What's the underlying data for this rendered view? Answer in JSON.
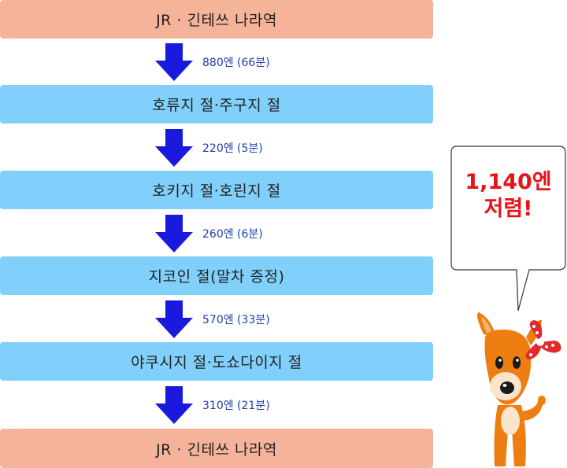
{
  "colors": {
    "endpoint_fill": "#f5b39a",
    "segment_fill": "#80d0fb",
    "arrow": "#1a1adf",
    "fare_text": "#1d3fa8",
    "callout_text": "#e6141a"
  },
  "stops": [
    {
      "label": "JR · 긴테쓰 나라역",
      "kind": "endpoint"
    },
    {
      "label": "호류지 절·주구지 절",
      "kind": "mid"
    },
    {
      "label": "호키지 절·호린지 절",
      "kind": "mid"
    },
    {
      "label": "지코인 절(말차 증정)",
      "kind": "mid"
    },
    {
      "label": "야쿠시지 절·도쇼다이지 절",
      "kind": "mid"
    },
    {
      "label": "JR · 긴테쓰 나라역",
      "kind": "endpoint"
    }
  ],
  "legs": [
    {
      "fare": "880엔 (66분)"
    },
    {
      "fare": "220엔 (5분)"
    },
    {
      "fare": "260엔 (6분)"
    },
    {
      "fare": "570엔 (33분)"
    },
    {
      "fare": "310엔 (21분)"
    }
  ],
  "callout": {
    "line1": "1,140엔",
    "line2": "저렴!"
  },
  "mascot": {
    "icon": "deer-mascot-icon"
  }
}
